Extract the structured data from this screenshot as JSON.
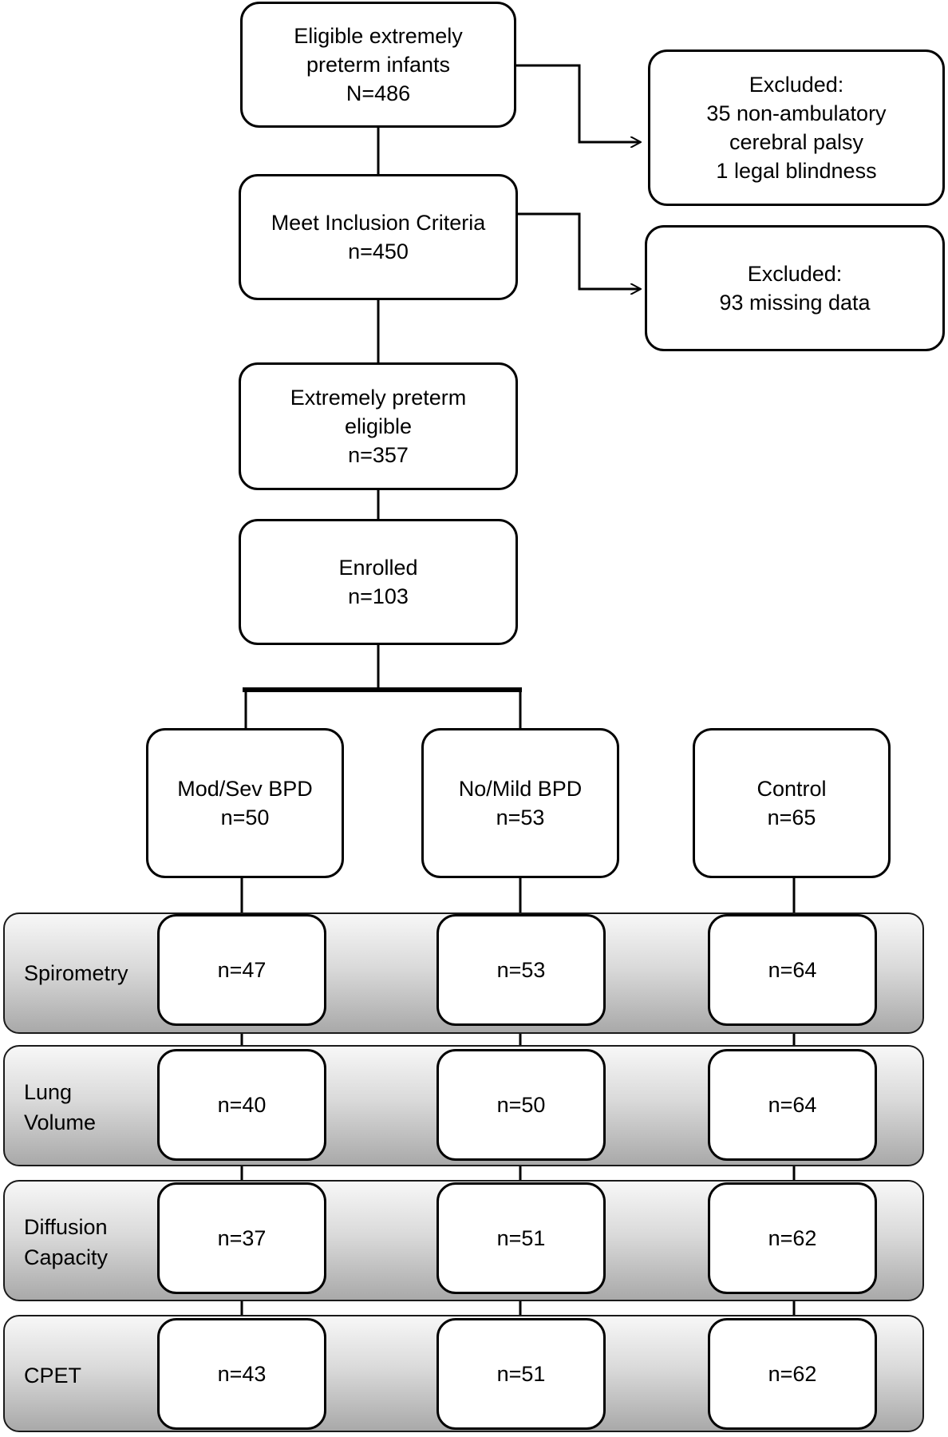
{
  "flow": {
    "eligible": {
      "line1": "Eligible extremely",
      "line2": "preterm infants",
      "count": "N=486"
    },
    "excluded_1": {
      "title": "Excluded:",
      "line1": "35 non-ambulatory",
      "line2": "cerebral palsy",
      "line3": "1 legal blindness"
    },
    "inclusion": {
      "title": "Meet Inclusion Criteria",
      "count": "n=450"
    },
    "excluded_2": {
      "title": "Excluded:",
      "line1": "93 missing data"
    },
    "extremely_eligible": {
      "line1": "Extremely preterm",
      "line2": "eligible",
      "count": "n=357"
    },
    "enrolled": {
      "title": "Enrolled",
      "count": "n=103"
    }
  },
  "groups": [
    {
      "name": "Mod/Sev BPD",
      "count": "n=50"
    },
    {
      "name": "No/Mild BPD",
      "count": "n=53"
    },
    {
      "name": "Control",
      "count": "n=65"
    }
  ],
  "tests": [
    {
      "label": "Spirometry",
      "values": [
        "n=47",
        "n=53",
        "n=64"
      ]
    },
    {
      "label": "Lung\nVolume",
      "values": [
        "n=40",
        "n=50",
        "n=64"
      ]
    },
    {
      "label": "Diffusion\nCapacity",
      "values": [
        "n=37",
        "n=51",
        "n=62"
      ]
    },
    {
      "label": "CPET",
      "values": [
        "n=43",
        "n=51",
        "n=62"
      ]
    }
  ]
}
